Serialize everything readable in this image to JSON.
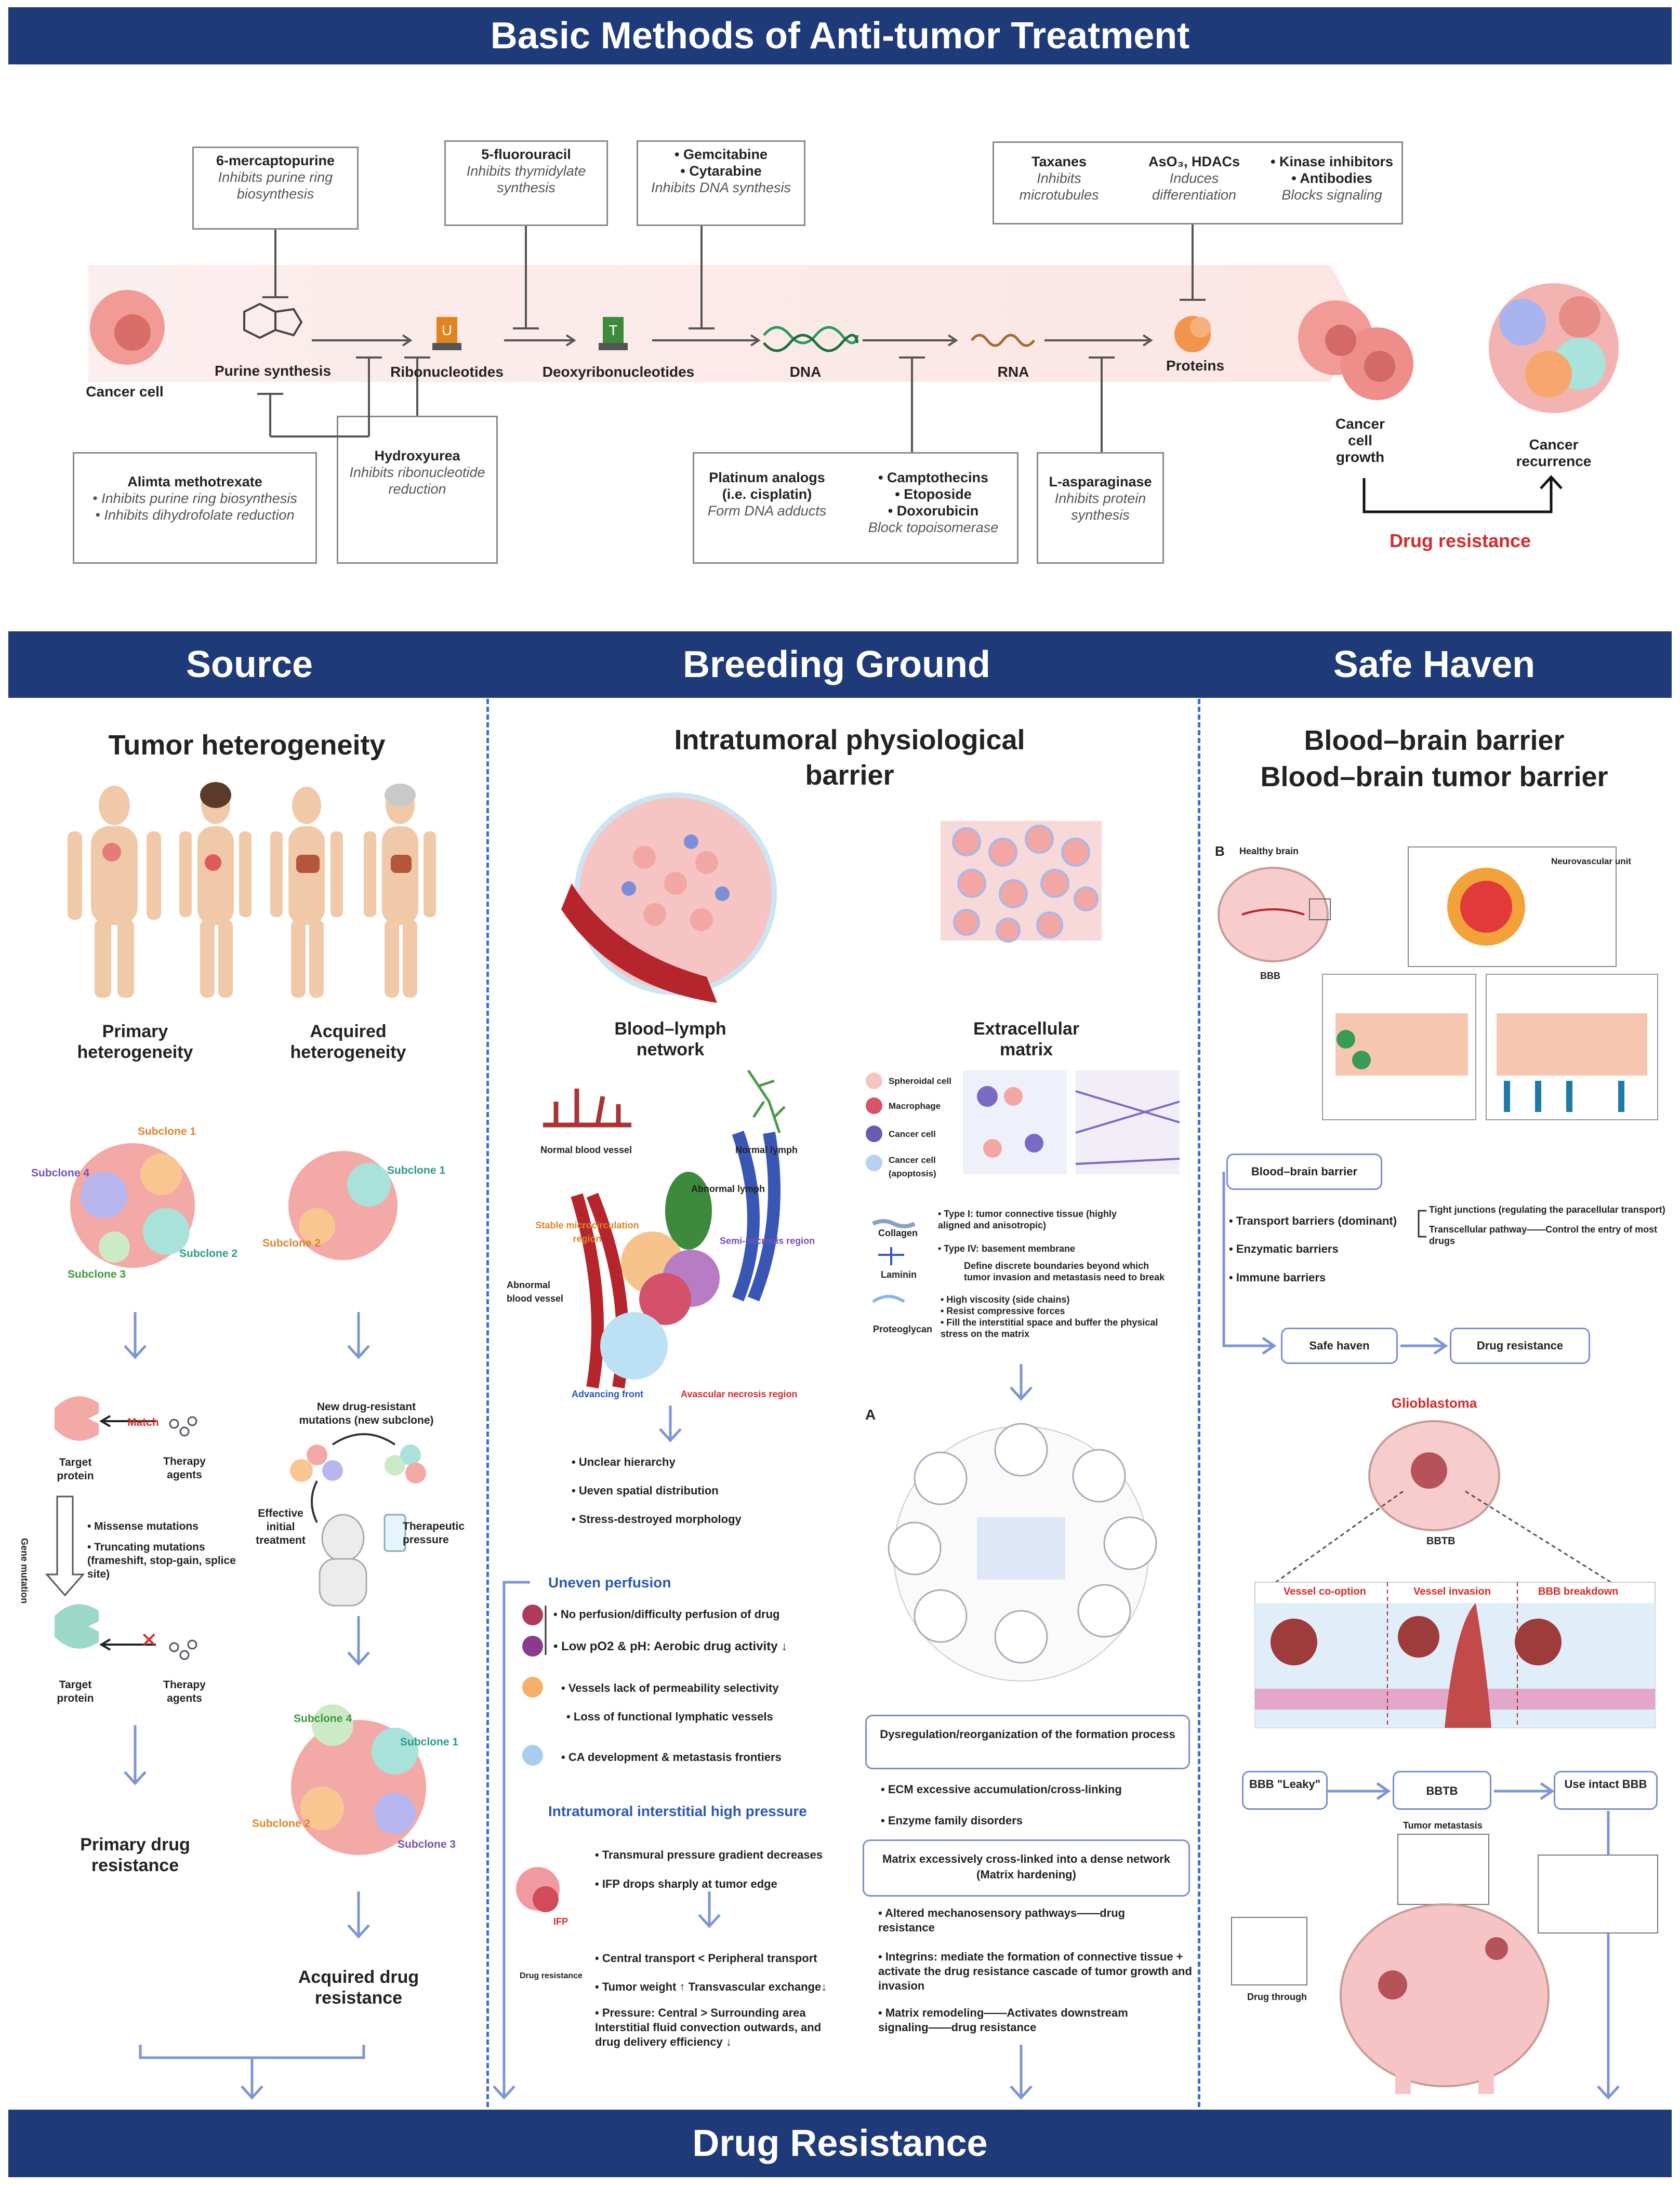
{
  "top_banner": "Basic Methods of Anti-tumor Treatment",
  "bottom_banner": "Drug Resistance",
  "pathway": {
    "cancer_cell": "Cancer cell",
    "purine_synthesis": "Purine synthesis",
    "ribonucleotides": "Ribonucleotides",
    "deoxyribonucleotides": "Deoxyribonucleotides",
    "dna": "DNA",
    "rna": "RNA",
    "proteins": "Proteins",
    "cancer_cell_growth": "Cancer cell growth",
    "cancer_recurrence": "Cancer recurrence",
    "drug_resistance": "Drug resistance",
    "u_letter": "U",
    "t_letter": "T"
  },
  "drug_boxes": {
    "mercaptopurine": {
      "name": "6-mercaptopurine",
      "desc": "Inhibits purine ring biosynthesis"
    },
    "fluorouracil": {
      "name": "5-fluorouracil",
      "desc": "Inhibits thymidylate synthesis"
    },
    "gem_cyt": {
      "name1": "• Gemcitabine",
      "name2": "• Cytarabine",
      "desc": "Inhibits DNA synthesis"
    },
    "taxanes": {
      "name": "Taxanes",
      "desc": "Inhibits microtubules"
    },
    "aso": {
      "name": "AsO₃, HDACs",
      "desc": "Induces differentiation"
    },
    "kinase": {
      "name1": "• Kinase inhibitors",
      "name2": "• Antibodies",
      "desc": "Blocks signaling"
    },
    "alimta": {
      "name": "Alimta methotrexate",
      "desc1": "• Inhibits purine ring biosynthesis",
      "desc2": "• Inhibits dihydrofolate reduction"
    },
    "hydroxyurea": {
      "name": "Hydroxyurea",
      "desc": "Inhibits ribonucleotide reduction"
    },
    "platinum": {
      "name": "Platinum analogs (i.e. cisplatin)",
      "desc": "Form DNA adducts"
    },
    "campto": {
      "name1": "• Camptothecins",
      "name2": "• Etoposide",
      "name3": "• Doxorubicin",
      "desc": "Block topoisomerase"
    },
    "asparaginase": {
      "name": "L-asparaginase",
      "desc": "Inhibits protein synthesis"
    }
  },
  "sections": {
    "source": "Source",
    "breeding": "Breeding Ground",
    "haven": "Safe Haven"
  },
  "source": {
    "title": "Tumor heterogeneity",
    "primary": "Primary heterogeneity",
    "acquired": "Acquired heterogeneity",
    "subclone1": "Subclone 1",
    "subclone2": "Subclone 2",
    "subclone3": "Subclone 3",
    "subclone4": "Subclone 4",
    "new_mut": "New drug-resistant mutations (new subclone)",
    "effective": "Effective initial treatment",
    "therapeutic": "Therapeutic pressure",
    "match": "Match",
    "target_protein": "Target protein",
    "therapy_agents": "Therapy agents",
    "gene_mutation": "Gene mutation",
    "missense": "• Missense mutations",
    "truncating": "• Truncating mutations (frameshift, stop-gain, splice site)",
    "primary_res": "Primary drug resistance",
    "acquired_res": "Acquired drug resistance"
  },
  "breeding": {
    "title": "Intratumoral physiological barrier",
    "blood_lymph": "Blood–lymph network",
    "ecm": "Extracellular matrix",
    "normal_vessel": "Normal blood vessel",
    "normal_lymph": "Normal lymph",
    "abnormal_lymph": "Abnormal lymph",
    "stable": "Stable microcirculation region",
    "semi": "Semi-necrosis region",
    "abnormal_vessel": "Abnormal blood vessel",
    "advancing": "Advancing front",
    "avascular": "Avascular necrosis region",
    "b1": "• Unclear hierarchy",
    "b2": "• Ueven spatial distribution",
    "b3": "• Stress-destroyed morphology",
    "uneven": "Uneven perfusion",
    "u1": "• No perfusion/difficulty perfusion of drug",
    "u2": "• Low pO2 & pH:  Aerobic drug activity ↓",
    "u3": "• Vessels lack of permeability selectivity",
    "u4": "• Loss of functional lymphatic vessels",
    "u5": "• CA development & metastasis frontiers",
    "ihp": "Intratumoral interstitial high pressure",
    "i1": "• Transmural pressure gradient decreases",
    "i2": "• IFP drops sharply at tumor edge",
    "i3": "• Central transport < Peripheral transport",
    "i4": "• Tumor weight ↑   Transvascular exchange↓",
    "i5": "• Pressure: Central  >  Surrounding area Interstitial fluid convection outwards, and drug delivery efficiency ↓",
    "ifp": "IFP",
    "ifp_drug": "Drug resistance",
    "leg_spheroidal": "Spheroidal cell",
    "leg_macrophage": "Macrophage",
    "leg_cancer": "Cancer cell",
    "leg_apoptosis": "Cancer cell (apoptosis)",
    "collagen": "Collagen",
    "laminin": "Laminin",
    "proteoglycan": "Proteoglycan",
    "c1": "• Type I: tumor connective tissue (highly aligned and anisotropic)",
    "c2": "• Type IV: basement membrane",
    "l1": "Define discrete boundaries beyond which tumor invasion and metastasis need to break",
    "p1": "• High viscosity (side chains)",
    "p2": "• Resist compressive forces",
    "p3": "• Fill the interstitial space and buffer the physical stress on the matrix",
    "panel_a": "A",
    "dysreg": "Dysregulation/reorganization of the formation process",
    "e1": "• ECM excessive accumulation/cross-linking",
    "e2": "• Enzyme family disorders",
    "matrix": "Matrix excessively cross-linked into a dense network (Matrix hardening)",
    "m1": "• Altered mechanosensory pathways——drug resistance",
    "m2": "• Integrins:  mediate the formation of connective tissue + activate the drug resistance cascade of tumor growth and invasion",
    "m3": "• Matrix remodeling——Activates downstream signaling——drug resistance"
  },
  "haven": {
    "title1": "Blood–brain barrier",
    "title2": "Blood–brain tumor barrier",
    "panel_b": "B",
    "healthy": "Healthy brain",
    "bbb": "BBB",
    "nvu": "Neurovascular unit",
    "bbb_box": "Blood–brain barrier",
    "h1": "• Transport barriers (dominant)",
    "h2": "• Enzymatic barriers",
    "h3": "• Immune barriers",
    "tj": "Tight junctions (regulating the paracellular transport)",
    "tc": "Transcellular pathway——Control the entry of most drugs",
    "safe": "Safe haven",
    "dres": "Drug resistance",
    "glio": "Glioblastoma",
    "bbtb": "BBTB",
    "co": "Vessel co-option",
    "inv": "Vessel invasion",
    "brk": "BBB breakdown",
    "leaky": "BBB \"Leaky\"",
    "bbtb2": "BBTB",
    "intact": "Use intact BBB",
    "metastasis": "Tumor metastasis",
    "through": "Drug through"
  },
  "colors": {
    "banner": "#1f3a78",
    "accent_blue": "#2b57b5",
    "red": "#d42a2a",
    "dash": "#3c6fd6"
  }
}
